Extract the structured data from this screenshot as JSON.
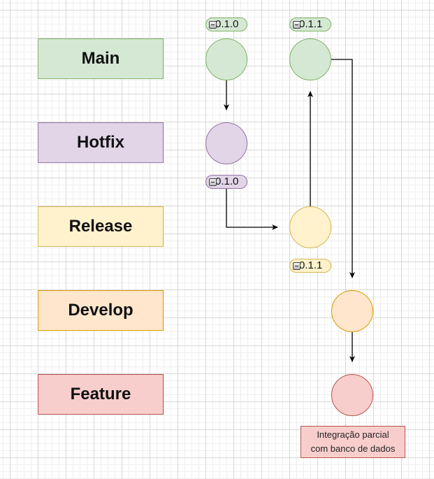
{
  "lanes": {
    "main": {
      "label": "Main",
      "fill": "#d5e8d4",
      "stroke": "#82b366"
    },
    "hotfix": {
      "label": "Hotfix",
      "fill": "#e1d5e7",
      "stroke": "#9673a6"
    },
    "release": {
      "label": "Release",
      "fill": "#fff2cc",
      "stroke": "#d6b656"
    },
    "develop": {
      "label": "Develop",
      "fill": "#ffe6cc",
      "stroke": "#d79b00"
    },
    "feature": {
      "label": "Feature",
      "fill": "#f8cecc",
      "stroke": "#b85450"
    }
  },
  "tags": {
    "main_first": {
      "text": "0.1.0",
      "icon": "tag-icon"
    },
    "main_second": {
      "text": "0.1.1",
      "icon": "tag-icon"
    },
    "hotfix": {
      "text": "0.1.0",
      "icon": "tag-icon"
    },
    "release": {
      "text": "0.1.1",
      "icon": "tag-icon"
    }
  },
  "note": {
    "line1": "Integração parcial",
    "line2": "com banco de dados"
  },
  "colors": {
    "edge": "#000000"
  }
}
